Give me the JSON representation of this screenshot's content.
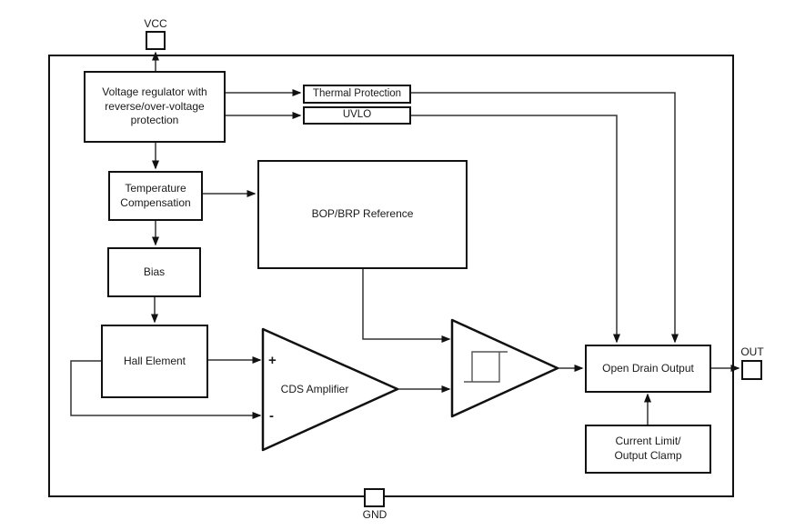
{
  "pins": {
    "vcc": {
      "label": "VCC"
    },
    "gnd": {
      "label": "GND"
    },
    "out": {
      "label": "OUT"
    }
  },
  "blocks": {
    "voltage_regulator": {
      "lines": [
        "Voltage regulator with",
        "reverse/over-voltage",
        "protection"
      ]
    },
    "thermal_protection": {
      "label": "Thermal Protection"
    },
    "uvlo": {
      "label": "UVLO"
    },
    "temperature_compensation": {
      "lines": [
        "Temperature",
        "Compensation"
      ]
    },
    "bop_brp_reference": {
      "label": "BOP/BRP Reference"
    },
    "bias": {
      "label": "Bias"
    },
    "hall_element": {
      "label": "Hall Element"
    },
    "open_drain_output": {
      "label": "Open Drain Output"
    },
    "current_limit": {
      "lines": [
        "Current Limit/",
        "Output Clamp"
      ]
    }
  },
  "amplifiers": {
    "cds": {
      "label": "CDS Amplifier",
      "plus": "+",
      "minus": "-"
    },
    "schmitt": {
      "icon": "hysteresis-icon"
    }
  },
  "colors": {
    "wire": "#333333",
    "box_border": "#111111",
    "background": "#ffffff"
  }
}
